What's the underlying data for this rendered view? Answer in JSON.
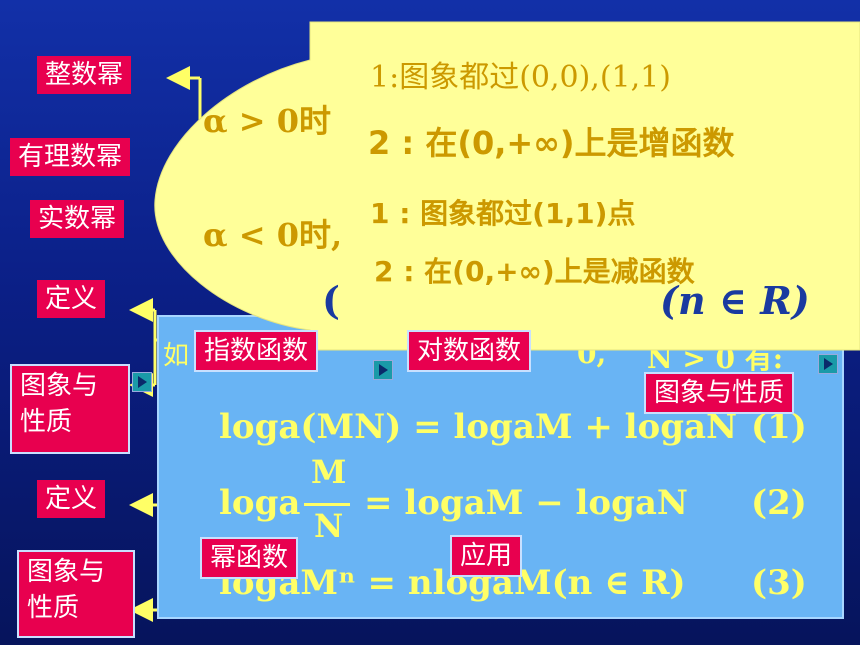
{
  "left_boxes": {
    "integer_power": "整数幂",
    "rational_power": "有理数幂",
    "real_power": "实数幂",
    "definition_1": "定义",
    "graph_properties_1_line1": "图象与",
    "graph_properties_1_line2": "性质",
    "definition_2": "定义",
    "graph_properties_2_line1": "图象与",
    "graph_properties_2_line2": "性质"
  },
  "center_boxes": {
    "exponential": "指数函数",
    "logarithmic": "对数函数",
    "power": "幂函数",
    "application": "应用",
    "graph_properties_right": "图象与性质"
  },
  "bubble": {
    "cond_pos": "α > 0时",
    "pos_1": "1:图象都过(0,0),(1,1)",
    "pos_2": "2 : 在(0,+∞)上是增函数",
    "cond_neg": "α < 0时,",
    "neg_1": "1 : 图象都过(1,1)点",
    "neg_2": "2 : 在(0,+∞)上是减函数"
  },
  "panel": {
    "header_partial_left": "如",
    "header_partial_mid": "0,",
    "header_partial_right": "N > 0 有:",
    "top_fragment": "(n ∈ R)",
    "formula_1": "loga(MN) = logaM + logaN",
    "formula_1_no": "(1)",
    "formula_2_left": "loga",
    "formula_2_frac_top": "M",
    "formula_2_frac_bottom": "N",
    "formula_2_right": "= logaM − logaN",
    "formula_2_no": "(2)",
    "formula_3": "logaMⁿ = nlogaM(n ∈ R)",
    "formula_3_no": "(3)"
  },
  "colors": {
    "box": "#e8004f",
    "panel": "#69b4f4",
    "bubble": "#ffff99",
    "arrow_yellow": "#ffff66",
    "arrow_pink": "#ff3366"
  }
}
